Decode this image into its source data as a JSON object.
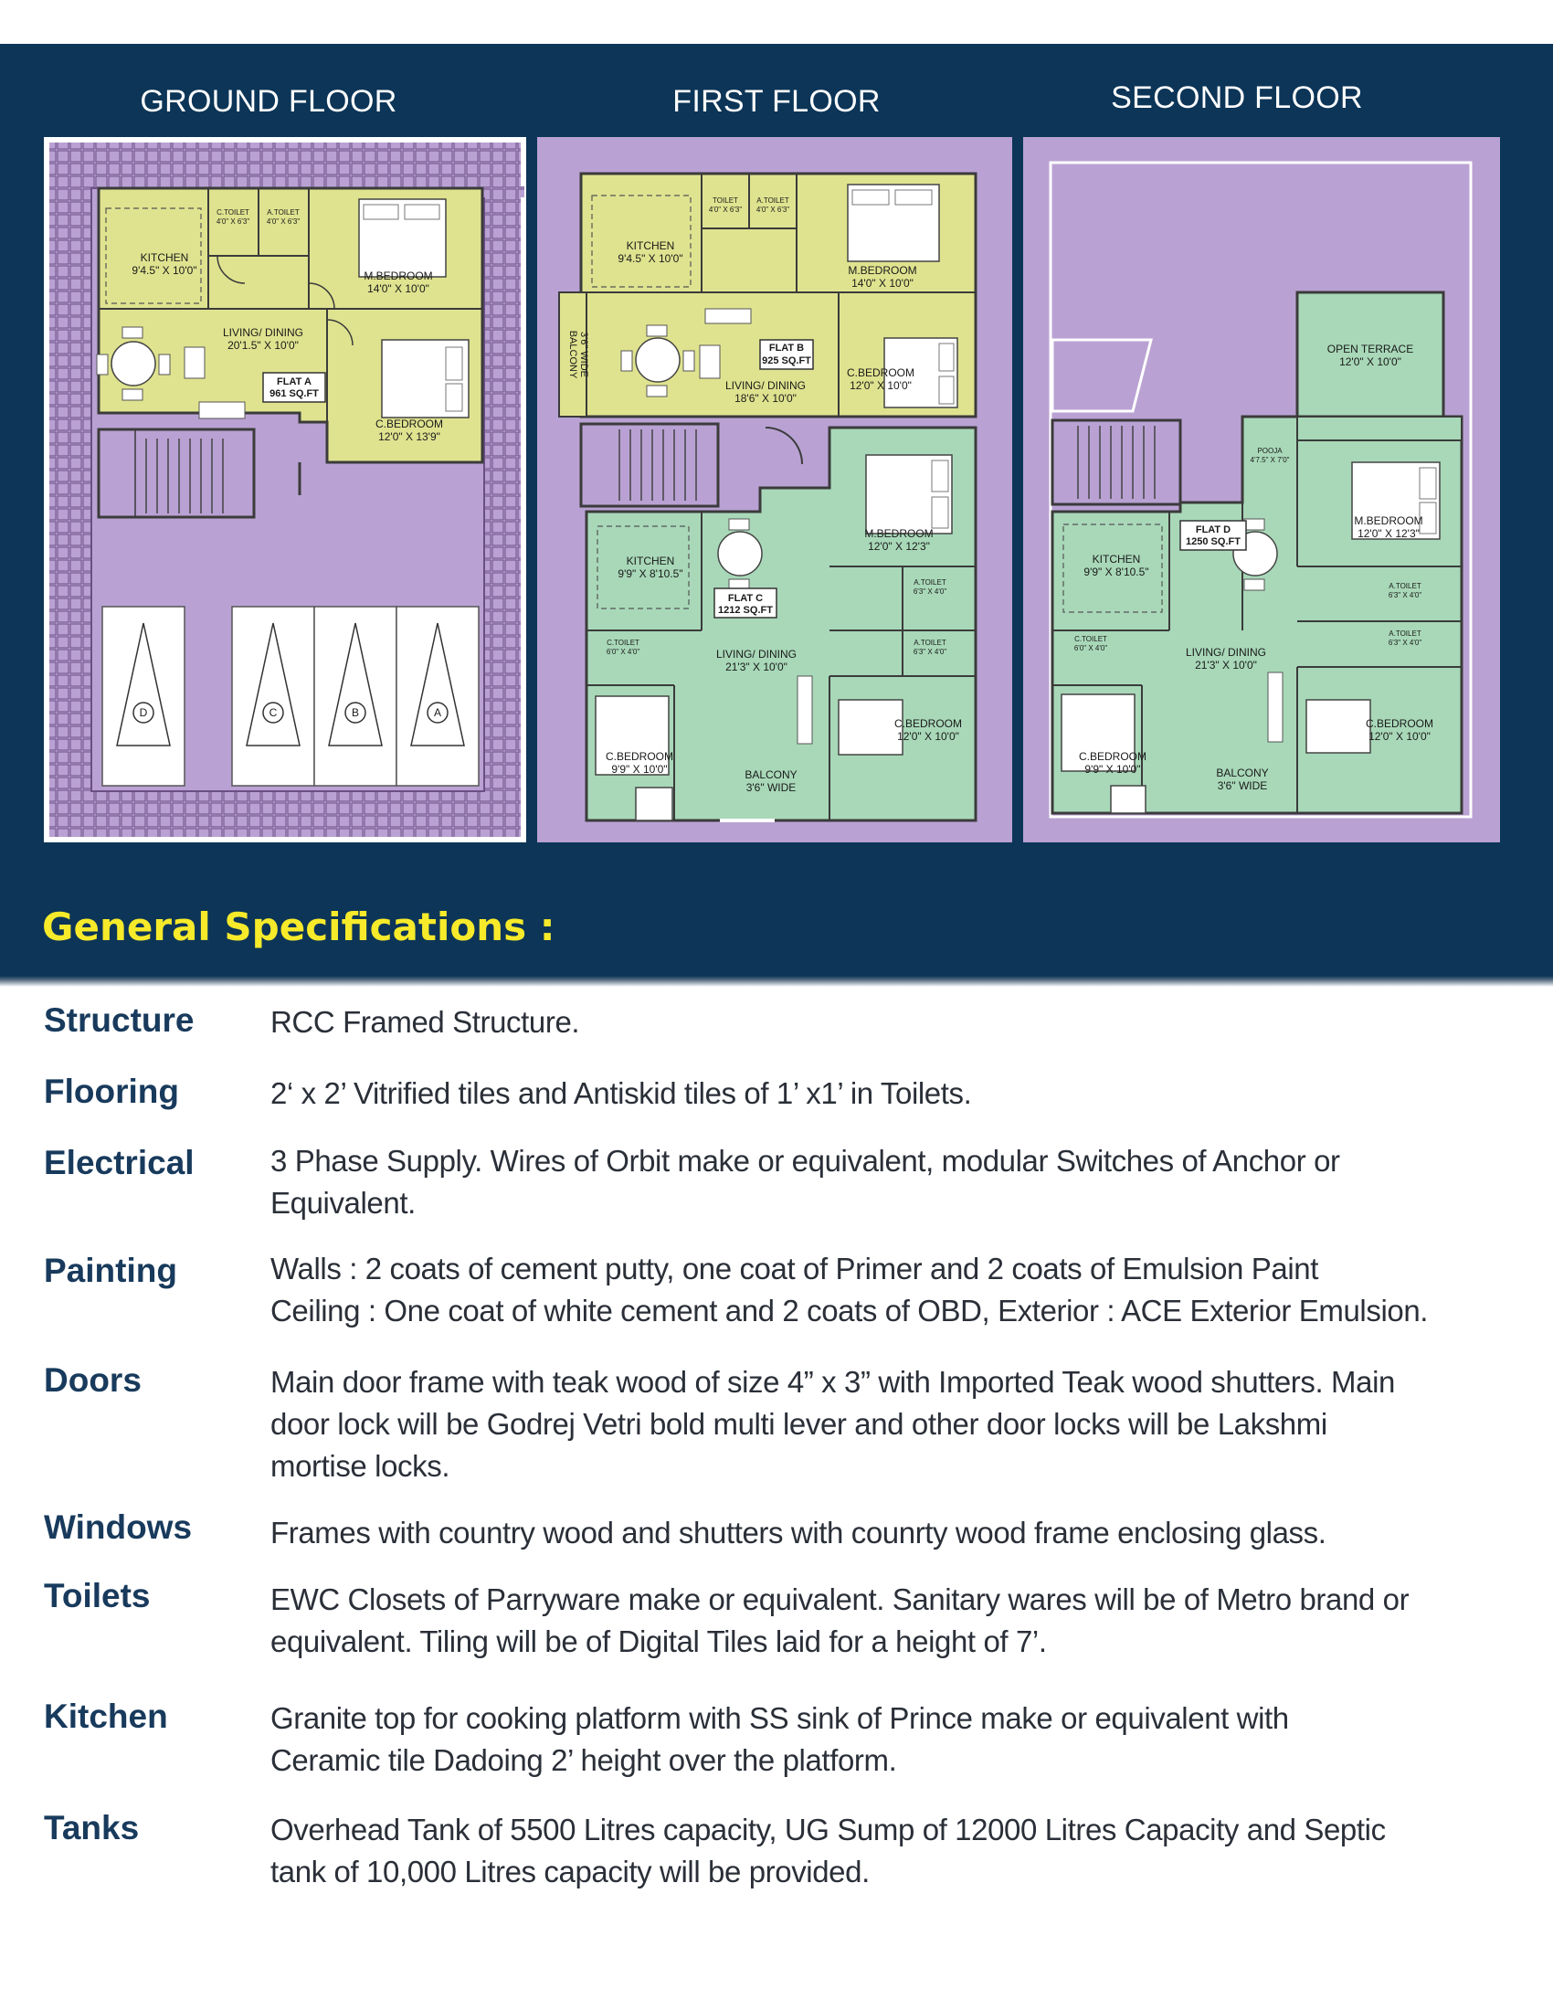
{
  "plans": {
    "ground_floor": {
      "title": "GROUND FLOOR",
      "rooms": {
        "c_toilet": "C.TOILET",
        "c_toilet_size": "4'0\" X 6'3\"",
        "a_toilet": "A.TOILET",
        "a_toilet_size": "4'0\" X 6'3\"",
        "kitchen": "KITCHEN",
        "kitchen_size": "9'4.5\" X 10'0\"",
        "m_bedroom": "M.BEDROOM",
        "m_bedroom_size": "14'0\" X 10'0\"",
        "living": "LIVING/ DINING",
        "living_size": "20'1.5\" X 10'0\"",
        "flat": "FLAT A",
        "flat_area": "961 SQ.FT",
        "c_bedroom": "C.BEDROOM",
        "c_bedroom_size": "12'0\" X 13'9\""
      },
      "parking": [
        "D",
        "C",
        "B",
        "A"
      ]
    },
    "first_floor": {
      "title": "FIRST FLOOR",
      "rooms": {
        "toilet": "TOILET",
        "toilet_size": "4'0\" X 6'3\"",
        "a_toilet": "A.TOILET",
        "a_toilet_size": "4'0\" X 6'3\"",
        "kitchen": "KITCHEN",
        "kitchen_size": "9'4.5\" X 10'0\"",
        "m_bedroom": "M.BEDROOM",
        "m_bedroom_size": "14'0\" X 10'0\"",
        "balcony": "BALCONY",
        "balcony_size": "3'6\" WIDE",
        "flat_b": "FLAT B",
        "flat_b_area": "925 SQ.FT",
        "c_bedroom": "C.BEDROOM",
        "c_bedroom_size": "12'0\" X 10'0\"",
        "living": "LIVING/ DINING",
        "living_size": "18'6\" X 10'0\"",
        "c_m_bedroom": "M.BEDROOM",
        "c_m_bedroom_size": "12'0\" X 12'3\"",
        "c_kitchen": "KITCHEN",
        "c_kitchen_size": "9'9\" X 8'10.5\"",
        "flat_c": "FLAT C",
        "flat_c_area": "1212 SQ.FT",
        "c_a_toilet1": "A.TOILET",
        "c_a_toilet1_size": "6'3\" X 4'0\"",
        "c_c_toilet": "C.TOILET",
        "c_c_toilet_size": "6'0\" X 4'0\"",
        "c_a_toilet2": "A.TOILET",
        "c_a_toilet2_size": "6'3\" X 4'0\"",
        "c_living": "LIVING/ DINING",
        "c_living_size": "21'3\" X 10'0\"",
        "c_c_bedroom_r": "C.BEDROOM",
        "c_c_bedroom_r_size": "12'0\" X 10'0\"",
        "c_c_bedroom_l": "C.BEDROOM",
        "c_c_bedroom_l_size": "9'9\" X 10'0\"",
        "c_balcony": "BALCONY",
        "c_balcony_size": "3'6\" WIDE"
      }
    },
    "second_floor": {
      "title": "SECOND FLOOR",
      "rooms": {
        "terrace": "OPEN TERRACE",
        "terrace_size": "12'0\" X 10'0\"",
        "pooja": "POOJA",
        "pooja_size": "4'7.5\" X 7'0\"",
        "m_bedroom": "M.BEDROOM",
        "m_bedroom_size": "12'0\" X 12'3\"",
        "flat_d": "FLAT D",
        "flat_d_area": "1250 SQ.FT",
        "kitchen": "KITCHEN",
        "kitchen_size": "9'9\" X 8'10.5\"",
        "a_toilet1": "A.TOILET",
        "a_toilet1_size": "6'3\" X 4'0\"",
        "c_toilet": "C.TOILET",
        "c_toilet_size": "6'0\" X 4'0\"",
        "a_toilet2": "A.TOILET",
        "a_toilet2_size": "6'3\" X 4'0\"",
        "living": "LIVING/ DINING",
        "living_size": "21'3\" X 10'0\"",
        "c_bedroom_r": "C.BEDROOM",
        "c_bedroom_r_size": "12'0\" X 10'0\"",
        "c_bedroom_l": "C.BEDROOM",
        "c_bedroom_l_size": "9'9\" X 10'0\"",
        "balcony": "BALCONY",
        "balcony_size": "3'6\" WIDE"
      }
    }
  },
  "specs": {
    "title": "General Specifications  :",
    "items": [
      {
        "label": "Structure",
        "lines": [
          "RCC Framed Structure."
        ]
      },
      {
        "label": "Flooring",
        "lines": [
          "2‘ x 2’ Vitrified tiles and Antiskid tiles of 1’ x1’ in Toilets."
        ]
      },
      {
        "label": "Electrical",
        "lines": [
          "3 Phase Supply. Wires of Orbit make or equivalent, modular Switches of Anchor or",
          "Equivalent."
        ]
      },
      {
        "label": "Painting",
        "lines": [
          "Walls : 2 coats of cement putty, one coat of Primer and 2 coats of Emulsion Paint",
          "Ceiling : One coat of white cement and 2 coats of OBD, Exterior : ACE Exterior Emulsion."
        ]
      },
      {
        "label": "Doors",
        "lines": [
          "Main door frame with teak wood of size 4” x 3” with Imported Teak wood shutters. Main",
          "door lock will be  Godrej Vetri bold multi lever  and other  door locks will be Lakshmi",
          "mortise locks."
        ]
      },
      {
        "label": "Windows",
        "lines": [
          "Frames with country wood and shutters with counrty wood frame enclosing glass."
        ]
      },
      {
        "label": "Toilets",
        "lines": [
          "EWC Closets of Parryware make or equivalent.  Sanitary wares will be of Metro brand or",
          "equivalent. Tiling will be of Digital Tiles laid for a height of 7’."
        ]
      },
      {
        "label": "Kitchen",
        "lines": [
          "Granite top for cooking platform with SS sink of Prince make or equivalent with",
          "Ceramic tile Dadoing 2’ height over the platform."
        ]
      },
      {
        "label": "Tanks",
        "lines": [
          "Overhead Tank of 5500 Litres capacity, UG Sump of 12000 Litres Capacity and Septic",
          "tank of 10,000 Litres capacity will be provided."
        ]
      }
    ]
  },
  "colors": {
    "banner": "#0c3557",
    "plot": "#b9a2d3",
    "flat_yellow": "#dfe38f",
    "flat_green": "#a8d8b8",
    "spec_title": "#f6ea2a",
    "spec_label": "#183a5c"
  }
}
